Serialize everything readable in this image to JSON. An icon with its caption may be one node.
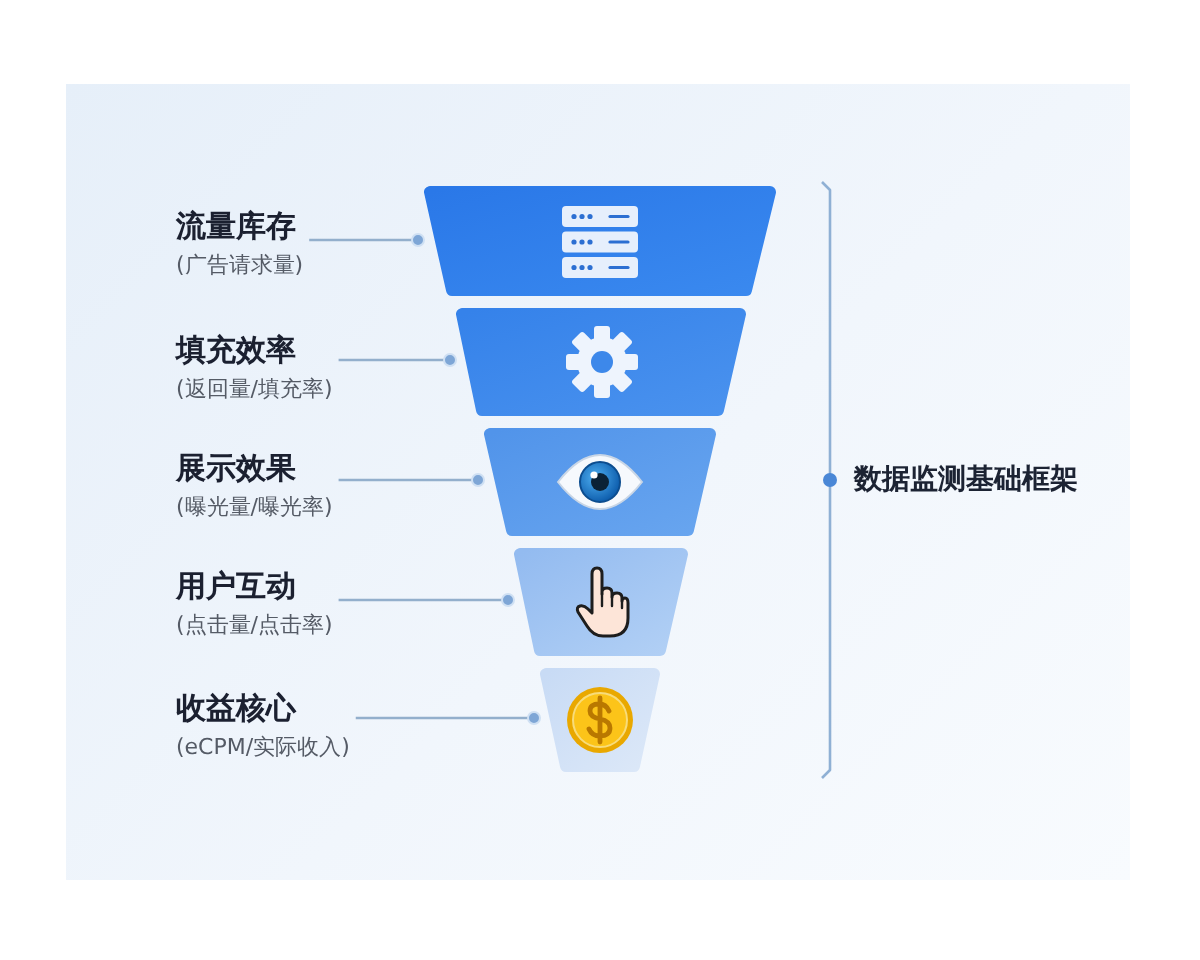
{
  "diagram": {
    "nodes": [
      {
        "text": [
          "流量库存",
          "(广告请求量)"
        ]
      },
      {
        "text": [],
        "shape": "trapezoid"
      },
      {
        "text": [
          "填充效率",
          "(返回量/填充率)"
        ]
      },
      {
        "text": [],
        "shape": "trapezoid"
      },
      {
        "text": [
          "展示效果",
          "(曝光量/曝光率)"
        ]
      },
      {
        "text": [],
        "shape": "trapezoid"
      },
      {
        "text": [
          "用户互动",
          "(点击量/点击率)"
        ]
      },
      {
        "text": [],
        "shape": "trapezoid"
      },
      {
        "text": [
          "收益核心",
          "(eCPM/实际收入)"
        ]
      },
      {
        "text": [],
        "shape": "trapezoid"
      }
    ],
    "edges": [
      {
        "from": 0,
        "to": 1,
        "arrow": "other"
      },
      {
        "from": 2,
        "to": 3,
        "arrow": "other"
      },
      {
        "from": 4,
        "to": 5,
        "arrow": "other"
      },
      {
        "from": 6,
        "to": 7,
        "arrow": "other"
      },
      {
        "from": 8,
        "to": 9,
        "arrow": "other"
      }
    ],
    "labels": [
      "数据监测基础框架"
    ]
  }
}
